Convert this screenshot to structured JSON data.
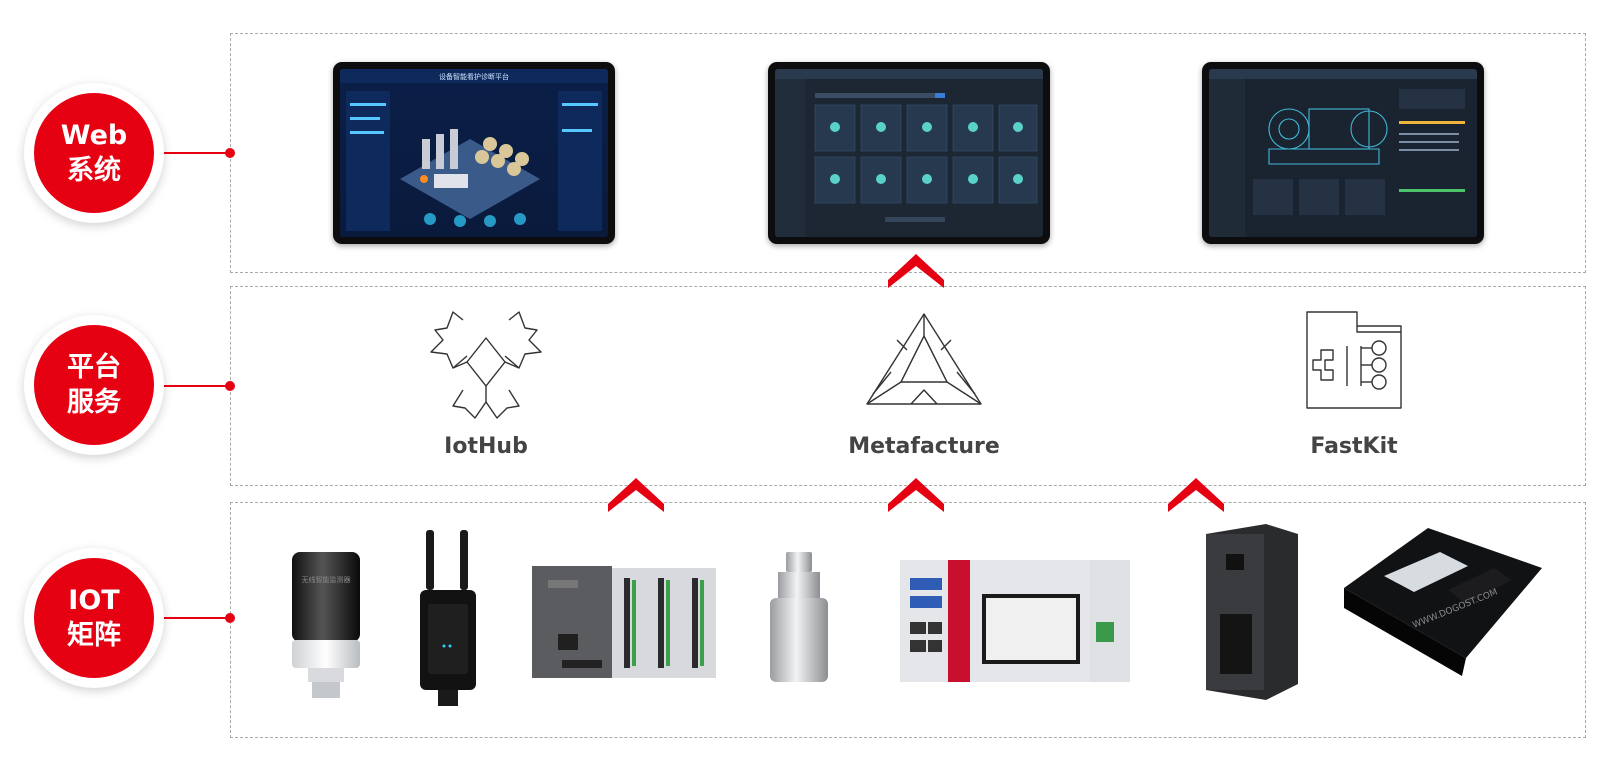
{
  "layers": {
    "web": {
      "line1": "Web",
      "line2": "系统"
    },
    "platform": {
      "line1": "平台",
      "line2": "服务"
    },
    "iot": {
      "line1": "IOT",
      "line2": "矩阵"
    }
  },
  "services": [
    {
      "label": "IotHub",
      "icon": "iothub-icon"
    },
    {
      "label": "Metafacture",
      "icon": "metafacture-icon"
    },
    {
      "label": "FastKit",
      "icon": "fastkit-icon"
    }
  ],
  "web_screens": [
    {
      "name": "3d-plant-dashboard-screenshot",
      "title": "设备智能看护诊断平台"
    },
    {
      "name": "device-list-screenshot"
    },
    {
      "name": "device-detail-screenshot"
    }
  ],
  "devices": [
    {
      "name": "wireless-sensor",
      "label": "无线智能监测器"
    },
    {
      "name": "antenna-gateway"
    },
    {
      "name": "io-module-rack"
    },
    {
      "name": "vibration-sensor"
    },
    {
      "name": "edge-industrial-pc"
    },
    {
      "name": "din-rail-gateway"
    },
    {
      "name": "dogost-controller-box",
      "label": "WWW.DOGOST.COM"
    }
  ],
  "colors": {
    "accent": "#e50012",
    "panel_border": "#a9a9a9",
    "label_text": "#444444"
  }
}
